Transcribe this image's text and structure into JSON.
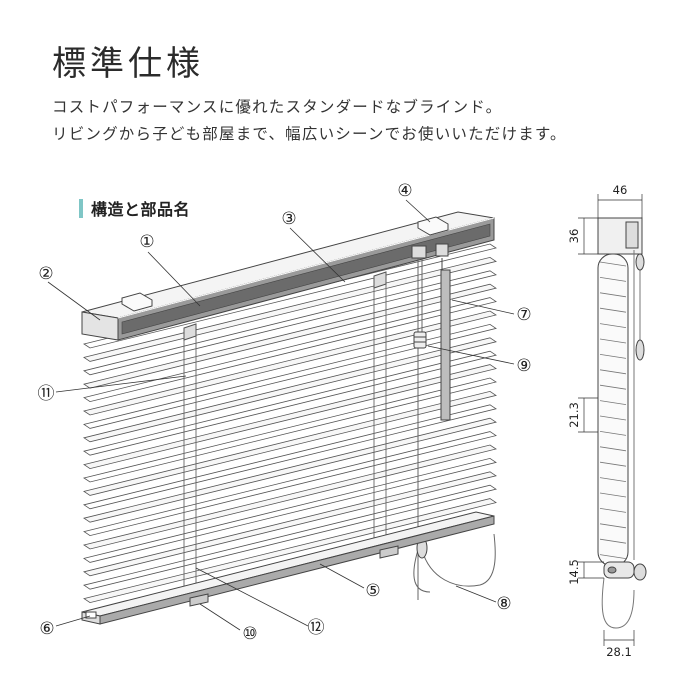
{
  "header": {
    "title": "標準仕様",
    "description_line1": "コストパフォーマンスに優れたスタンダードなブラインド。",
    "description_line2": "リビングから子ども部屋まで、幅広いシーンでお使いいただけます。"
  },
  "section": {
    "label": "構造と部品名"
  },
  "callouts": [
    "①",
    "②",
    "③",
    "④",
    "⑤",
    "⑥",
    "⑦",
    "⑧",
    "⑨",
    "⑩",
    "⑪",
    "⑫"
  ],
  "dimensions": {
    "headrail_width": "46",
    "headrail_height": "36",
    "slat_pitch": "21.3",
    "bottom_rail_height": "14.5",
    "bottom_width": "28.1"
  },
  "colors": {
    "accent": "#7fc6c6",
    "line": "#444444"
  }
}
